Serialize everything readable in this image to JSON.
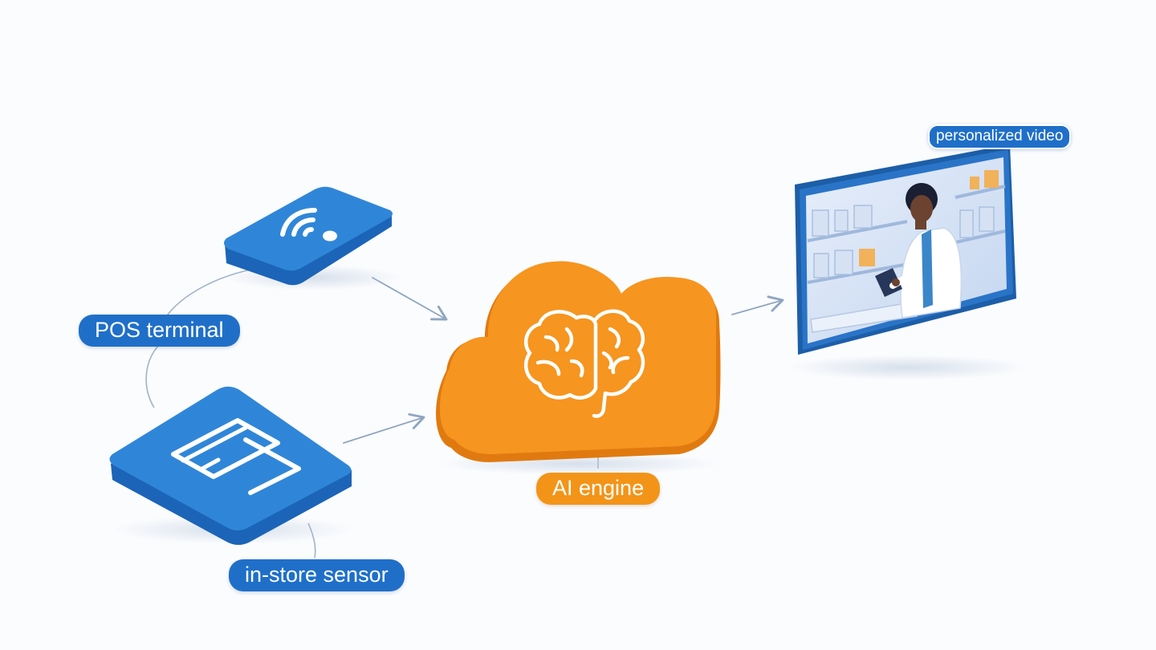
{
  "labels": {
    "pos_terminal": "POS terminal",
    "in_store_sensor": "in-store sensor",
    "ai_engine": "AI engine",
    "personalized_video": "personalized video"
  },
  "icons": {
    "wifi_device": "wifi-icon",
    "card_device": "credit-card-icon",
    "cloud": "cloud-icon",
    "brain": "brain-icon",
    "screen": "video-screen-icon"
  },
  "colors": {
    "device_blue": "#2f86d8",
    "label_blue": "#1f6fc9",
    "cloud_orange": "#f6951f",
    "label_orange": "#f39418",
    "arrow": "#8fa6bf",
    "background": "#fbfcfe"
  }
}
